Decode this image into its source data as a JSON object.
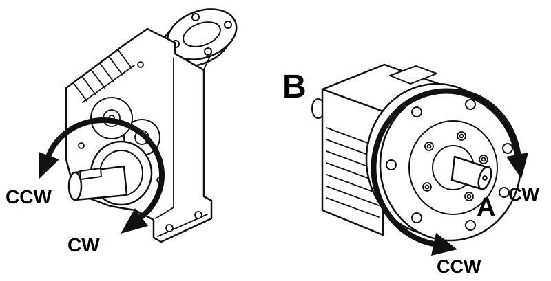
{
  "canvas": {
    "background": "#ffffff",
    "line_color": "#111111"
  },
  "left_unit": {
    "labels": {
      "ccw": "CCW",
      "cw": "CW"
    }
  },
  "right_unit": {
    "labels": {
      "b": "B",
      "a": "A",
      "cw": "CW",
      "ccw": "CCW"
    }
  }
}
